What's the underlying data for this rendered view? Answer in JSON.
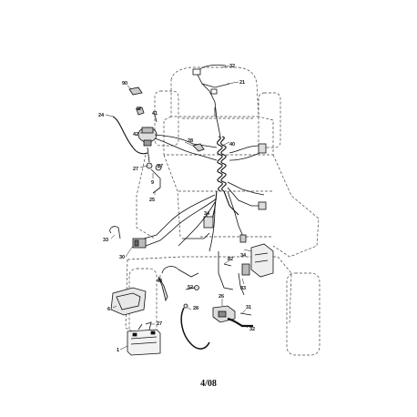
{
  "footer": {
    "page_ref": "4/08"
  },
  "callouts": [
    {
      "id": "c-32a",
      "text": "32"
    },
    {
      "id": "c-21",
      "text": "21"
    },
    {
      "id": "c-90",
      "text": "90"
    },
    {
      "id": "c-42a",
      "text": "42"
    },
    {
      "id": "c-41",
      "text": "41"
    },
    {
      "id": "c-24",
      "text": "24"
    },
    {
      "id": "c-42b",
      "text": "42"
    },
    {
      "id": "c-28a",
      "text": "28"
    },
    {
      "id": "c-40",
      "text": "40"
    },
    {
      "id": "c-27a",
      "text": "27"
    },
    {
      "id": "c-27b",
      "text": "27"
    },
    {
      "id": "c-9",
      "text": "9"
    },
    {
      "id": "c-25",
      "text": "25"
    },
    {
      "id": "c-34a",
      "text": "34"
    },
    {
      "id": "c-33",
      "text": "33"
    },
    {
      "id": "c-34b",
      "text": "34"
    },
    {
      "id": "c-30",
      "text": "30"
    },
    {
      "id": "c-48",
      "text": "48"
    },
    {
      "id": "c-82",
      "text": "82"
    },
    {
      "id": "c-52",
      "text": "52"
    },
    {
      "id": "c-83",
      "text": "83"
    },
    {
      "id": "c-6",
      "text": "6"
    },
    {
      "id": "c-26",
      "text": "26"
    },
    {
      "id": "c-28b",
      "text": "28"
    },
    {
      "id": "c-27c",
      "text": "27"
    },
    {
      "id": "c-1",
      "text": "1"
    },
    {
      "id": "c-31",
      "text": "31"
    },
    {
      "id": "c-32b",
      "text": "32"
    }
  ]
}
